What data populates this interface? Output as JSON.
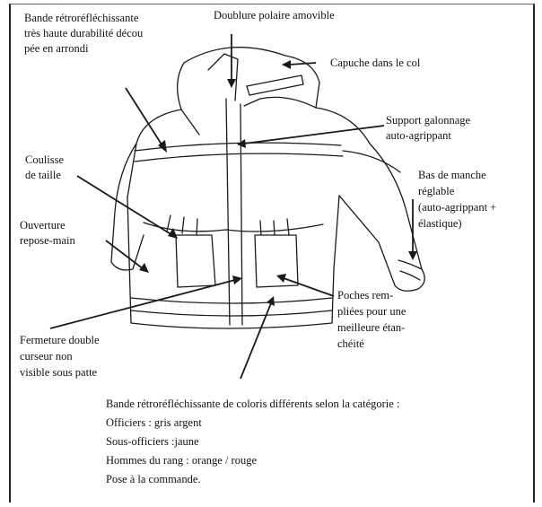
{
  "labels": {
    "bande_top": [
      "Bande rétroréfléchissante",
      "très haute durabilité décou",
      "pée en arrondi"
    ],
    "doublure": "Doublure polaire amovible",
    "capuche": "Capuche dans le col",
    "support": [
      "Support galonnage",
      "auto-agrippant"
    ],
    "coulisse": [
      "Coulisse",
      "de taille"
    ],
    "bas_manche": [
      "Bas de manche",
      "réglable",
      "(auto-agrippant +",
      "élastique)"
    ],
    "ouverture": [
      "Ouverture",
      "repose-main"
    ],
    "poches": [
      "Poches rem-",
      "pliées pour une",
      "meilleure étan-",
      "chéité"
    ],
    "fermeture": [
      "Fermeture double",
      "curseur non",
      "visible sous patte"
    ]
  },
  "caption": [
    "Bande rétroréfléchissante de coloris différents selon la catégorie :",
    "Officiers : gris argent",
    "Sous-officiers :jaune",
    "Hommes du rang : orange / rouge",
    "Pose à la commande."
  ]
}
